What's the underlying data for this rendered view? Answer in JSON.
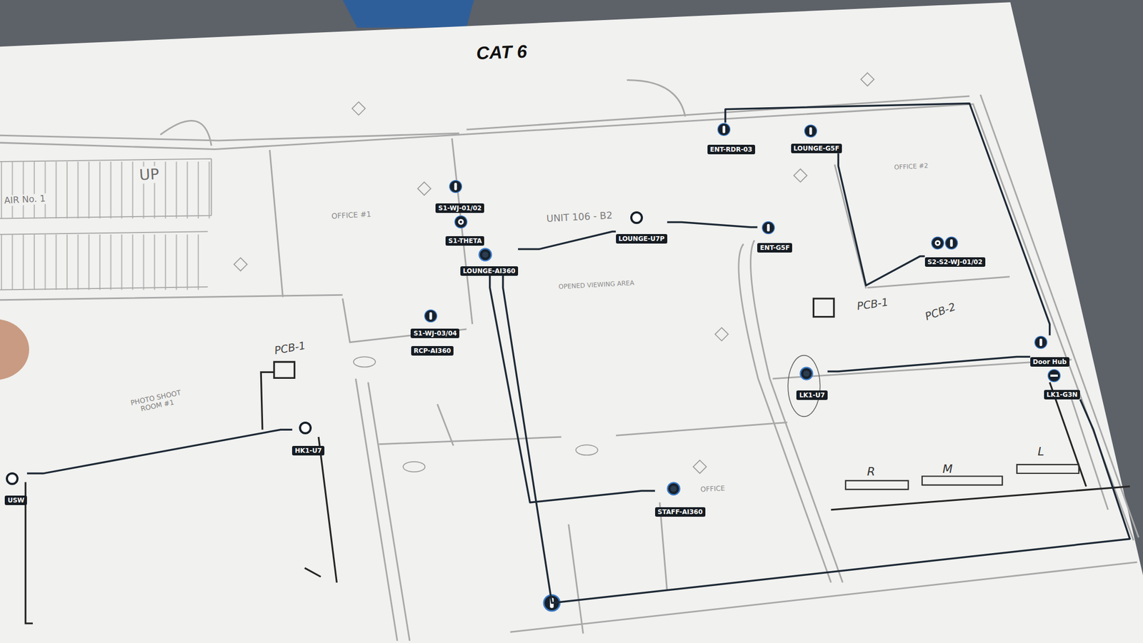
{
  "diagram": {
    "title": "CAT 6",
    "nodes": [
      {
        "text": [
          "ENT-RDR-03"
        ]
      },
      {
        "text": [
          "LOUNGE-G5F"
        ]
      },
      {
        "text": [
          "S1-WJ-01/02"
        ]
      },
      {
        "text": [
          "LOUNGE-U7P"
        ]
      },
      {
        "text": [
          "S1-THETA"
        ]
      },
      {
        "text": [
          "ENT-G5F"
        ]
      },
      {
        "text": [
          "S2-S2-WJ-01/02"
        ]
      },
      {
        "text": [
          "LOUNGE-AI360"
        ]
      },
      {
        "text": [
          "S1-WJ-03/04"
        ]
      },
      {
        "text": [
          "RCP-AI360"
        ]
      },
      {
        "text": [
          "Door Hub"
        ]
      },
      {
        "text": [
          "LK1-U7"
        ]
      },
      {
        "text": [
          "LK1-G3N"
        ]
      },
      {
        "text": [
          "HK1-U7"
        ]
      },
      {
        "text": [
          "USW"
        ]
      },
      {
        "text": [
          "STAFF-AI360"
        ]
      }
    ],
    "edges": [
      {
        "from": 7,
        "to": 3,
        "arrow": "none"
      },
      {
        "from": 3,
        "to": 5,
        "arrow": "none"
      },
      {
        "from": 15,
        "to": 7,
        "arrow": "none"
      },
      {
        "from": 7,
        "to": 12,
        "arrow": "none"
      },
      {
        "from": 0,
        "to": 10,
        "arrow": "none"
      },
      {
        "from": 1,
        "to": 6,
        "arrow": "none"
      },
      {
        "from": 11,
        "to": 10,
        "arrow": "none"
      },
      {
        "from": 14,
        "to": 13,
        "arrow": "none"
      }
    ],
    "labels": [
      "UP",
      "AIR No. 1",
      "OFFICE #1",
      "UNIT 106 - B2",
      "OPENED VIEWING AREA",
      "OFFICE #2",
      "PHOTO SHOOT ROOM #1",
      "OFFICE",
      "PCB-1",
      "PCB-1",
      "PCB-2",
      "R",
      "M",
      "L"
    ]
  }
}
